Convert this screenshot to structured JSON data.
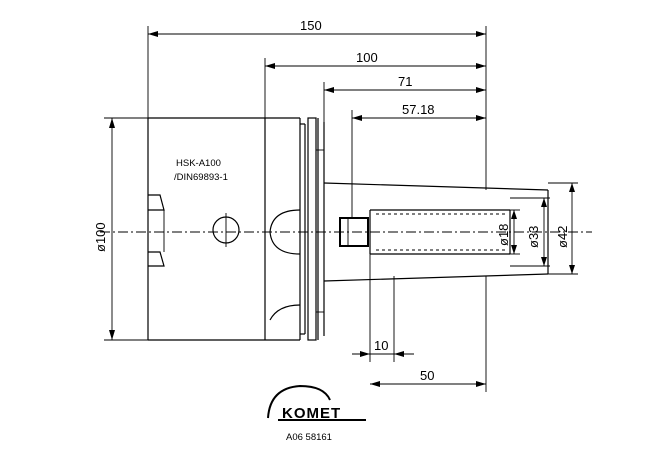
{
  "dimensions": {
    "overall_length": "150",
    "length_100": "100",
    "length_71": "71",
    "length_57": "57.18",
    "length_10": "10",
    "length_50": "50",
    "dia_100": "ø100",
    "dia_18": "ø18",
    "dia_33": "ø33",
    "dia_42": "ø42"
  },
  "notes": {
    "interface_line1": "HSK-A100",
    "interface_line2": "/DIN69893-1"
  },
  "logo": {
    "brand": "KOMET",
    "part_number": "A06 58161"
  }
}
